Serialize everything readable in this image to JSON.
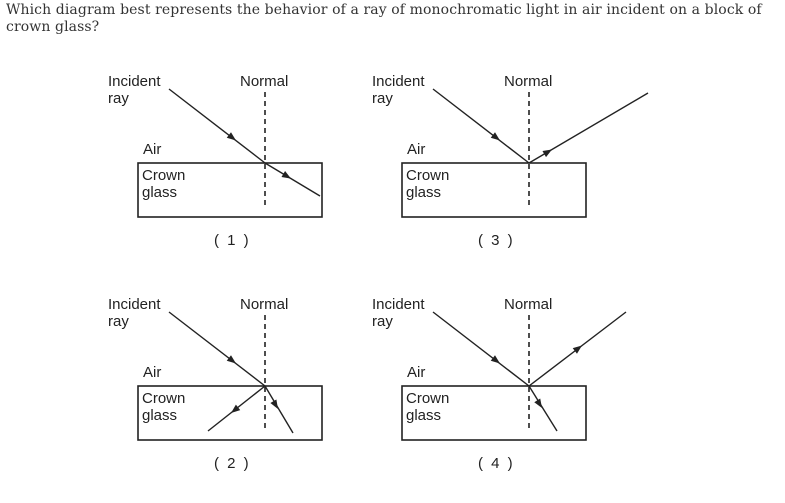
{
  "question": "Which diagram best represents the behavior of a ray of monochromatic light in air incident on a block of crown glass?",
  "labels": {
    "incident_line1": "Incident",
    "incident_line2": "ray",
    "normal": "Normal",
    "air": "Air",
    "glass_line1": "Crown",
    "glass_line2": "glass"
  },
  "options": [
    {
      "number": "( 1 )"
    },
    {
      "number": "( 2 )"
    },
    {
      "number": "( 3 )"
    },
    {
      "number": "( 4 )"
    }
  ]
}
